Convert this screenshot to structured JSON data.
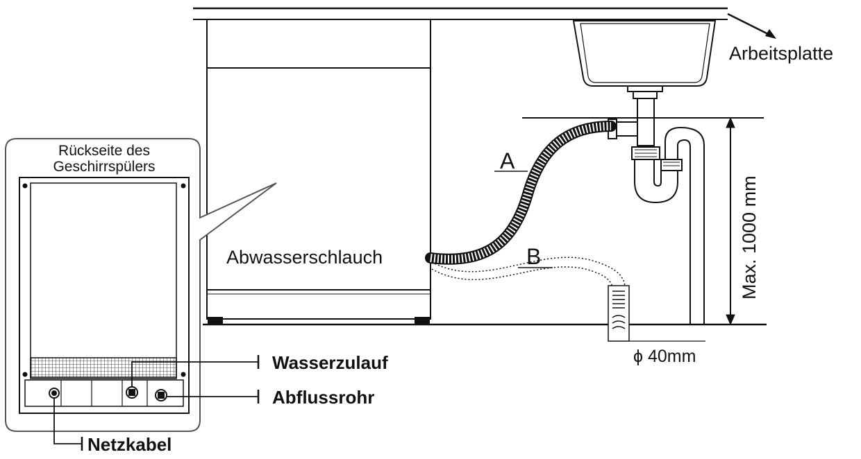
{
  "labels": {
    "countertop": "Arbeitsplatte",
    "back_title_line1": "Rückseite des",
    "back_title_line2": "Geschirrspülers",
    "drain_hose": "Abwasserschlauch",
    "hose_a": "A",
    "hose_b": "B",
    "max_height": "Max. 1000 mm",
    "pipe_diameter": "ϕ 40mm",
    "water_inlet": "Wasserzulauf",
    "drain_pipe": "Abflussrohr",
    "power_cable": "Netzkabel"
  },
  "colors": {
    "line": "#111111",
    "panel_border": "#555555"
  }
}
